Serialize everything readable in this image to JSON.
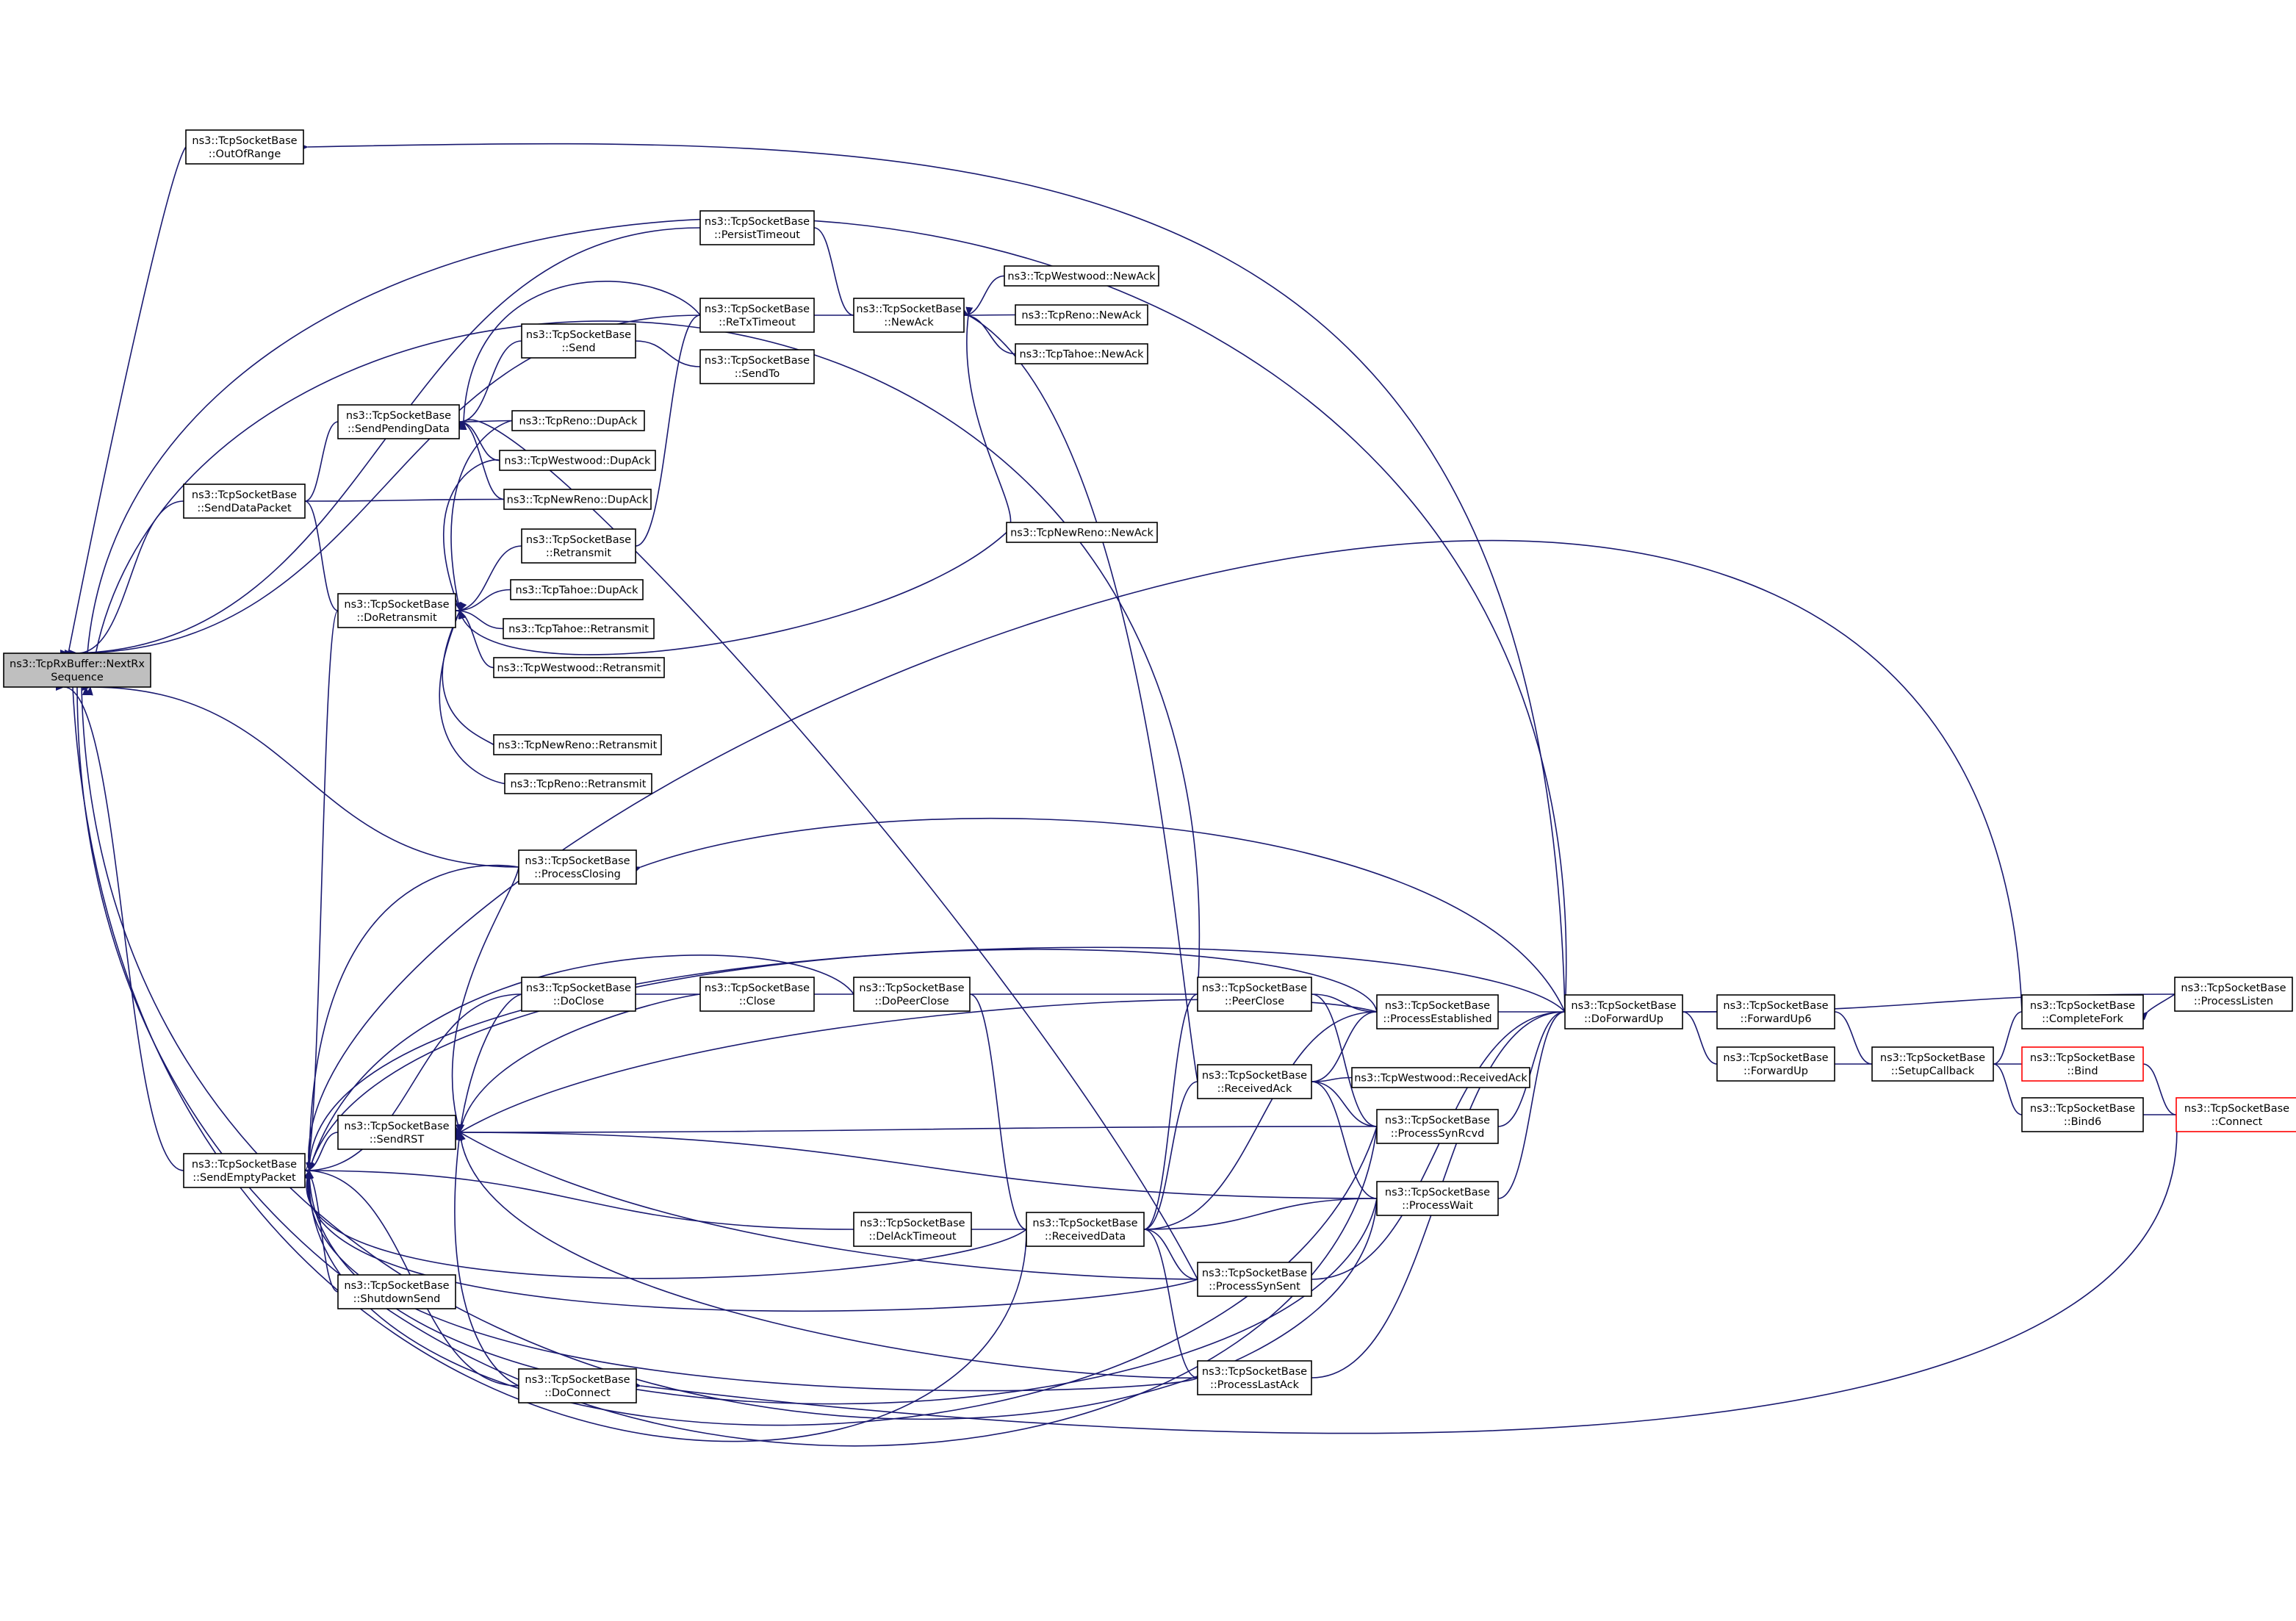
{
  "colors": {
    "edge": "#191970",
    "node_border": "#000000",
    "node_border_truncated": "#ff0000",
    "node_fill": "#ffffff",
    "root_fill": "#bfbfbf",
    "text": "#000000"
  },
  "nodes": [
    {
      "id": "n_nextrx",
      "lines": [
        "ns3::TcpRxBuffer::NextRx",
        "Sequence"
      ],
      "root": true
    },
    {
      "id": "n_outofrange",
      "lines": [
        "ns3::TcpSocketBase",
        "::OutOfRange"
      ]
    },
    {
      "id": "n_persisttimeout",
      "lines": [
        "ns3::TcpSocketBase",
        "::PersistTimeout"
      ]
    },
    {
      "id": "n_retxtimeout",
      "lines": [
        "ns3::TcpSocketBase",
        "::ReTxTimeout"
      ]
    },
    {
      "id": "n_newack",
      "lines": [
        "ns3::TcpSocketBase",
        "::NewAck"
      ]
    },
    {
      "id": "n_westwood_newack",
      "lines": [
        "ns3::TcpWestwood::NewAck"
      ]
    },
    {
      "id": "n_reno_newack",
      "lines": [
        "ns3::TcpReno::NewAck"
      ]
    },
    {
      "id": "n_tahoe_newack",
      "lines": [
        "ns3::TcpTahoe::NewAck"
      ]
    },
    {
      "id": "n_send",
      "lines": [
        "ns3::TcpSocketBase",
        "::Send"
      ]
    },
    {
      "id": "n_sendto",
      "lines": [
        "ns3::TcpSocketBase",
        "::SendTo"
      ]
    },
    {
      "id": "n_sendpending",
      "lines": [
        "ns3::TcpSocketBase",
        "::SendPendingData"
      ]
    },
    {
      "id": "n_reno_dupack",
      "lines": [
        "ns3::TcpReno::DupAck"
      ]
    },
    {
      "id": "n_westwood_dupack",
      "lines": [
        "ns3::TcpWestwood::DupAck"
      ]
    },
    {
      "id": "n_newreno_dupack",
      "lines": [
        "ns3::TcpNewReno::DupAck"
      ]
    },
    {
      "id": "n_senddatapacket",
      "lines": [
        "ns3::TcpSocketBase",
        "::SendDataPacket"
      ]
    },
    {
      "id": "n_newreno_newack",
      "lines": [
        "ns3::TcpNewReno::NewAck"
      ]
    },
    {
      "id": "n_retransmit",
      "lines": [
        "ns3::TcpSocketBase",
        "::Retransmit"
      ]
    },
    {
      "id": "n_doretransmit",
      "lines": [
        "ns3::TcpSocketBase",
        "::DoRetransmit"
      ]
    },
    {
      "id": "n_tahoe_dupack",
      "lines": [
        "ns3::TcpTahoe::DupAck"
      ]
    },
    {
      "id": "n_tahoe_retransmit",
      "lines": [
        "ns3::TcpTahoe::Retransmit"
      ]
    },
    {
      "id": "n_westwood_retransmit",
      "lines": [
        "ns3::TcpWestwood::Retransmit"
      ]
    },
    {
      "id": "n_newreno_retransmit",
      "lines": [
        "ns3::TcpNewReno::Retransmit"
      ]
    },
    {
      "id": "n_reno_retransmit",
      "lines": [
        "ns3::TcpReno::Retransmit"
      ]
    },
    {
      "id": "n_processclosing",
      "lines": [
        "ns3::TcpSocketBase",
        "::ProcessClosing"
      ]
    },
    {
      "id": "n_doclose",
      "lines": [
        "ns3::TcpSocketBase",
        "::DoClose"
      ]
    },
    {
      "id": "n_close",
      "lines": [
        "ns3::TcpSocketBase",
        "::Close"
      ]
    },
    {
      "id": "n_dopeerclose",
      "lines": [
        "ns3::TcpSocketBase",
        "::DoPeerClose"
      ]
    },
    {
      "id": "n_peerclose",
      "lines": [
        "ns3::TcpSocketBase",
        "::PeerClose"
      ]
    },
    {
      "id": "n_processestablished",
      "lines": [
        "ns3::TcpSocketBase",
        "::ProcessEstablished"
      ]
    },
    {
      "id": "n_doforwardup",
      "lines": [
        "ns3::TcpSocketBase",
        "::DoForwardUp"
      ]
    },
    {
      "id": "n_forwardup6",
      "lines": [
        "ns3::TcpSocketBase",
        "::ForwardUp6"
      ]
    },
    {
      "id": "n_forwardup",
      "lines": [
        "ns3::TcpSocketBase",
        "::ForwardUp"
      ]
    },
    {
      "id": "n_setupcallback",
      "lines": [
        "ns3::TcpSocketBase",
        "::SetupCallback"
      ]
    },
    {
      "id": "n_completefork",
      "lines": [
        "ns3::TcpSocketBase",
        "::CompleteFork"
      ]
    },
    {
      "id": "n_processlisten",
      "lines": [
        "ns3::TcpSocketBase",
        "::ProcessListen"
      ]
    },
    {
      "id": "n_bind",
      "lines": [
        "ns3::TcpSocketBase",
        "::Bind"
      ],
      "truncated": true
    },
    {
      "id": "n_bind6",
      "lines": [
        "ns3::TcpSocketBase",
        "::Bind6"
      ]
    },
    {
      "id": "n_connect",
      "lines": [
        "ns3::TcpSocketBase",
        "::Connect"
      ],
      "truncated": true
    },
    {
      "id": "n_receivedack",
      "lines": [
        "ns3::TcpSocketBase",
        "::ReceivedAck"
      ]
    },
    {
      "id": "n_westwood_receivedack",
      "lines": [
        "ns3::TcpWestwood::ReceivedAck"
      ]
    },
    {
      "id": "n_sendrst",
      "lines": [
        "ns3::TcpSocketBase",
        "::SendRST"
      ]
    },
    {
      "id": "n_processsynrcvd",
      "lines": [
        "ns3::TcpSocketBase",
        "::ProcessSynRcvd"
      ]
    },
    {
      "id": "n_sendemptypacket",
      "lines": [
        "ns3::TcpSocketBase",
        "::SendEmptyPacket"
      ]
    },
    {
      "id": "n_processwait",
      "lines": [
        "ns3::TcpSocketBase",
        "::ProcessWait"
      ]
    },
    {
      "id": "n_delacktimeout",
      "lines": [
        "ns3::TcpSocketBase",
        "::DelAckTimeout"
      ]
    },
    {
      "id": "n_receiveddata",
      "lines": [
        "ns3::TcpSocketBase",
        "::ReceivedData"
      ]
    },
    {
      "id": "n_shutdownsend",
      "lines": [
        "ns3::TcpSocketBase",
        "::ShutdownSend"
      ]
    },
    {
      "id": "n_processsynsent",
      "lines": [
        "ns3::TcpSocketBase",
        "::ProcessSynSent"
      ]
    },
    {
      "id": "n_doconnect",
      "lines": [
        "ns3::TcpSocketBase",
        "::DoConnect"
      ]
    },
    {
      "id": "n_processlastack",
      "lines": [
        "ns3::TcpSocketBase",
        "::ProcessLastAck"
      ]
    }
  ],
  "edges": [
    [
      "n_nextrx",
      "n_outofrange"
    ],
    [
      "n_nextrx",
      "n_persisttimeout"
    ],
    [
      "n_nextrx",
      "n_retxtimeout"
    ],
    [
      "n_nextrx",
      "n_senddatapacket"
    ],
    [
      "n_nextrx",
      "n_doforwardup"
    ],
    [
      "n_nextrx",
      "n_peerclose"
    ],
    [
      "n_nextrx",
      "n_processclosing"
    ],
    [
      "n_nextrx",
      "n_sendemptypacket"
    ],
    [
      "n_nextrx",
      "n_receiveddata"
    ],
    [
      "n_nextrx",
      "n_processsynrcvd"
    ],
    [
      "n_nextrx",
      "n_processwait"
    ],
    [
      "n_outofrange",
      "n_doforwardup"
    ],
    [
      "n_persisttimeout",
      "n_newack"
    ],
    [
      "n_retxtimeout",
      "n_newack"
    ],
    [
      "n_newack",
      "n_westwood_newack"
    ],
    [
      "n_newack",
      "n_reno_newack"
    ],
    [
      "n_newack",
      "n_tahoe_newack"
    ],
    [
      "n_newack",
      "n_newreno_newack"
    ],
    [
      "n_newack",
      "n_receivedack"
    ],
    [
      "n_send",
      "n_sendto"
    ],
    [
      "n_senddatapacket",
      "n_sendpending"
    ],
    [
      "n_senddatapacket",
      "n_doretransmit"
    ],
    [
      "n_senddatapacket",
      "n_newreno_dupack"
    ],
    [
      "n_sendpending",
      "n_send"
    ],
    [
      "n_sendpending",
      "n_reno_dupack"
    ],
    [
      "n_sendpending",
      "n_westwood_dupack"
    ],
    [
      "n_sendpending",
      "n_newreno_dupack"
    ],
    [
      "n_sendpending",
      "n_retxtimeout"
    ],
    [
      "n_sendpending",
      "n_processsynsent"
    ],
    [
      "n_doretransmit",
      "n_retransmit"
    ],
    [
      "n_doretransmit",
      "n_tahoe_dupack"
    ],
    [
      "n_doretransmit",
      "n_tahoe_retransmit"
    ],
    [
      "n_doretransmit",
      "n_westwood_retransmit"
    ],
    [
      "n_doretransmit",
      "n_newreno_retransmit"
    ],
    [
      "n_doretransmit",
      "n_reno_retransmit"
    ],
    [
      "n_doretransmit",
      "n_newreno_newack"
    ],
    [
      "n_doretransmit",
      "n_westwood_dupack"
    ],
    [
      "n_doretransmit",
      "n_reno_dupack"
    ],
    [
      "n_retransmit",
      "n_retxtimeout"
    ],
    [
      "n_processclosing",
      "n_doforwardup"
    ],
    [
      "n_doclose",
      "n_close"
    ],
    [
      "n_close",
      "n_dopeerclose"
    ],
    [
      "n_dopeerclose",
      "n_peerclose"
    ],
    [
      "n_dopeerclose",
      "n_receiveddata"
    ],
    [
      "n_peerclose",
      "n_processestablished"
    ],
    [
      "n_peerclose",
      "n_processsynrcvd"
    ],
    [
      "n_processestablished",
      "n_doforwardup"
    ],
    [
      "n_doforwardup",
      "n_forwardup6"
    ],
    [
      "n_doforwardup",
      "n_forwardup"
    ],
    [
      "n_doforwardup",
      "n_processlisten"
    ],
    [
      "n_forwardup6",
      "n_setupcallback"
    ],
    [
      "n_forwardup",
      "n_setupcallback"
    ],
    [
      "n_setupcallback",
      "n_completefork"
    ],
    [
      "n_setupcallback",
      "n_bind"
    ],
    [
      "n_setupcallback",
      "n_bind6"
    ],
    [
      "n_completefork",
      "n_processlisten"
    ],
    [
      "n_bind",
      "n_connect"
    ],
    [
      "n_bind6",
      "n_connect"
    ],
    [
      "n_receivedack",
      "n_westwood_receivedack"
    ],
    [
      "n_receivedack",
      "n_processsynrcvd"
    ],
    [
      "n_receivedack",
      "n_processestablished"
    ],
    [
      "n_receivedack",
      "n_processwait"
    ],
    [
      "n_sendrst",
      "n_processsynrcvd"
    ],
    [
      "n_sendrst",
      "n_processwait"
    ],
    [
      "n_sendrst",
      "n_processsynsent"
    ],
    [
      "n_sendrst",
      "n_processlastack"
    ],
    [
      "n_sendrst",
      "n_doclose"
    ],
    [
      "n_sendrst",
      "n_close"
    ],
    [
      "n_sendrst",
      "n_processestablished"
    ],
    [
      "n_sendrst",
      "n_doconnect"
    ],
    [
      "n_sendrst",
      "n_processclosing"
    ],
    [
      "n_processsynrcvd",
      "n_doforwardup"
    ],
    [
      "n_processwait",
      "n_doforwardup"
    ],
    [
      "n_sendemptypacket",
      "n_doretransmit"
    ],
    [
      "n_sendemptypacket",
      "n_sendrst"
    ],
    [
      "n_sendemptypacket",
      "n_doclose"
    ],
    [
      "n_sendemptypacket",
      "n_processclosing"
    ],
    [
      "n_sendemptypacket",
      "n_dopeerclose"
    ],
    [
      "n_sendemptypacket",
      "n_delacktimeout"
    ],
    [
      "n_sendemptypacket",
      "n_receiveddata"
    ],
    [
      "n_sendemptypacket",
      "n_shutdownsend"
    ],
    [
      "n_sendemptypacket",
      "n_processsynsent"
    ],
    [
      "n_sendemptypacket",
      "n_doconnect"
    ],
    [
      "n_sendemptypacket",
      "n_processlastack"
    ],
    [
      "n_sendemptypacket",
      "n_processsynrcvd"
    ],
    [
      "n_sendemptypacket",
      "n_doforwardup"
    ],
    [
      "n_sendemptypacket",
      "n_completefork"
    ],
    [
      "n_sendemptypacket",
      "n_processestablished"
    ],
    [
      "n_sendemptypacket",
      "n_processwait"
    ],
    [
      "n_delacktimeout",
      "n_receiveddata"
    ],
    [
      "n_receiveddata",
      "n_processsynsent"
    ],
    [
      "n_receiveddata",
      "n_processlastack"
    ],
    [
      "n_receiveddata",
      "n_processwait"
    ],
    [
      "n_receiveddata",
      "n_processestablished"
    ],
    [
      "n_receiveddata",
      "n_receivedack"
    ],
    [
      "n_receiveddata",
      "n_peerclose"
    ],
    [
      "n_processsynsent",
      "n_doforwardup"
    ],
    [
      "n_doconnect",
      "n_connect"
    ],
    [
      "n_processlastack",
      "n_doforwardup"
    ]
  ]
}
